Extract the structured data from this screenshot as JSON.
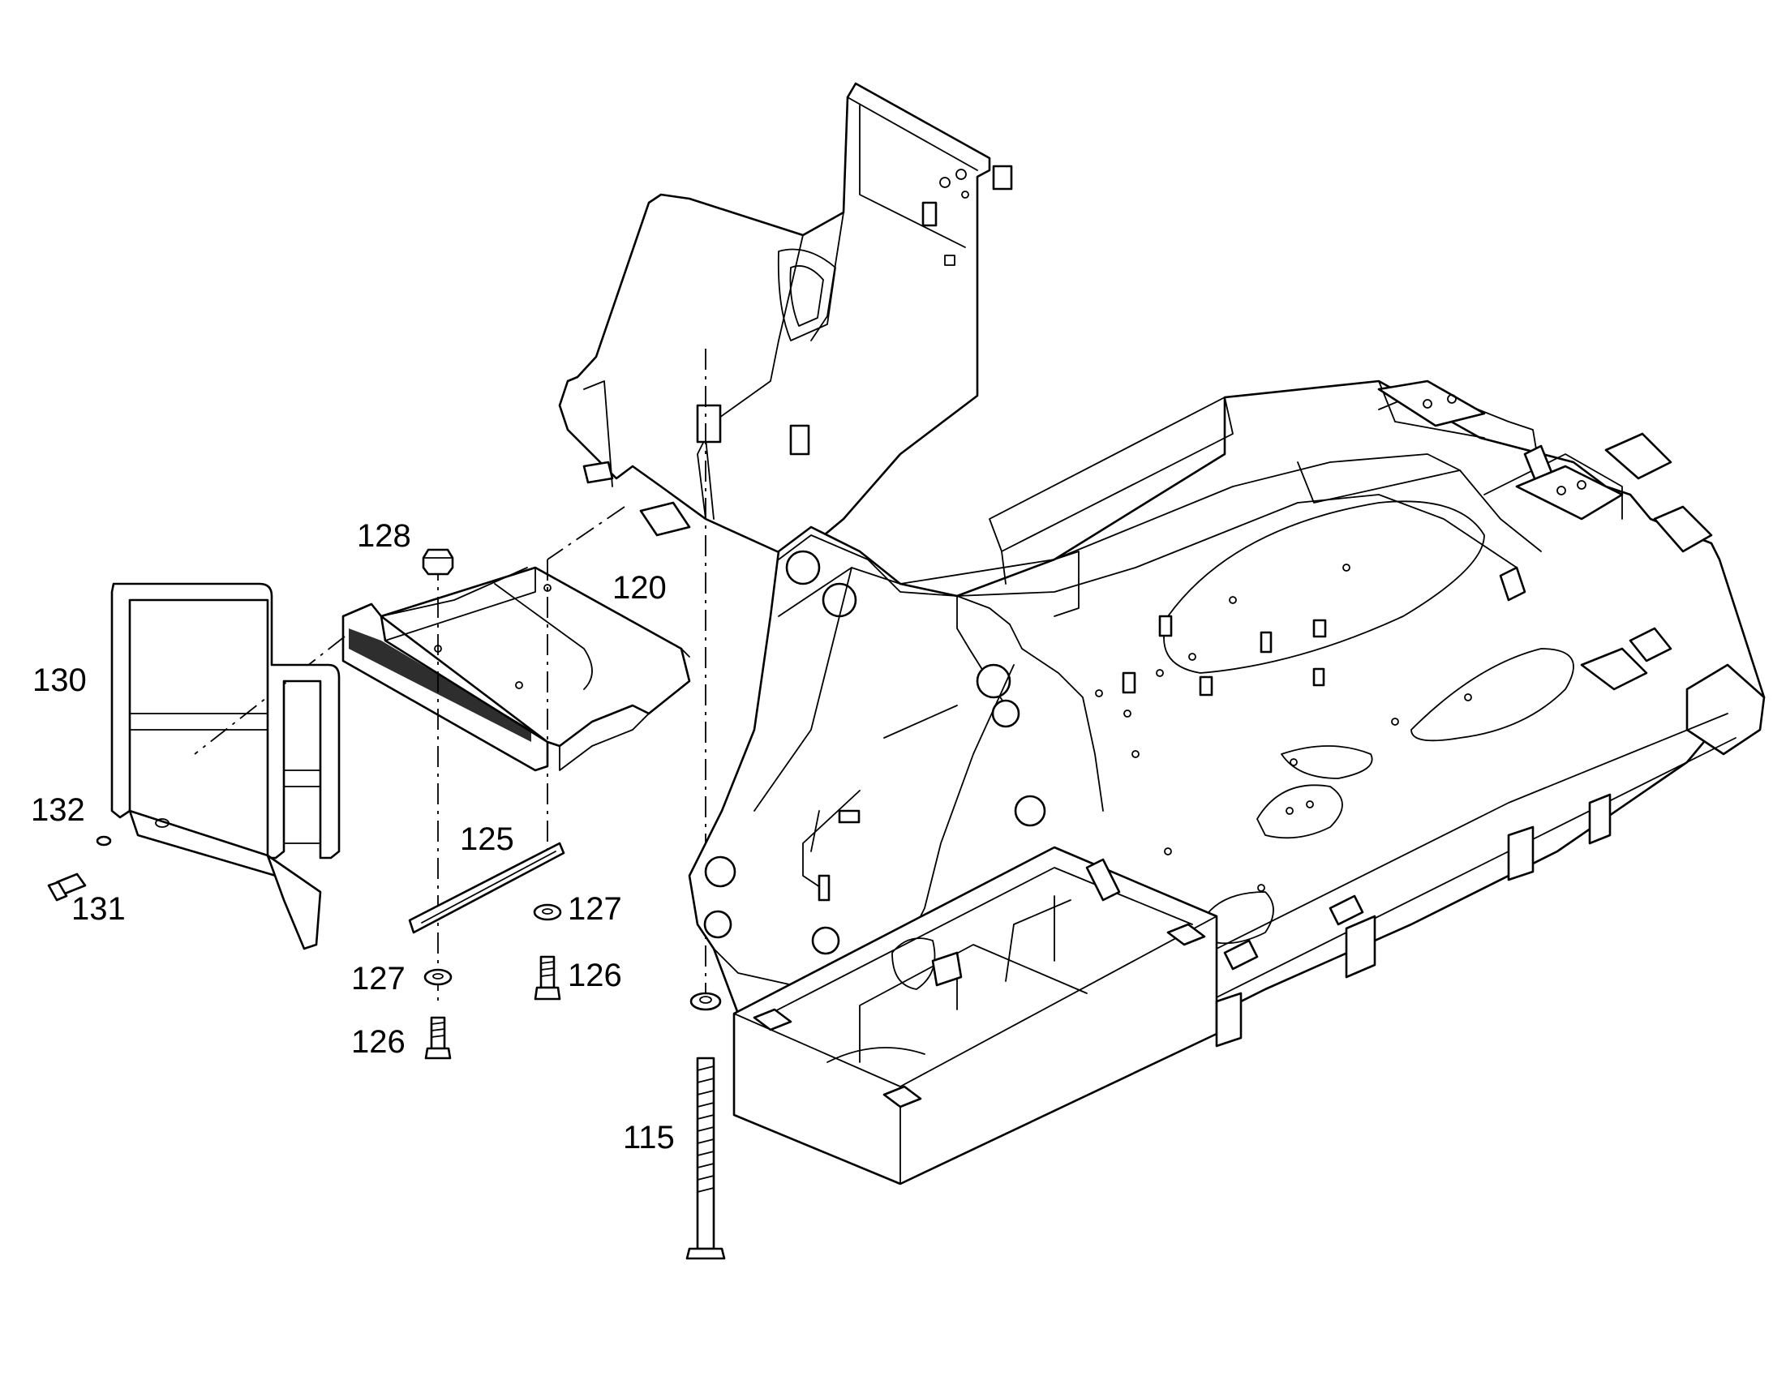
{
  "colors": {
    "background": "#ffffff",
    "line": "#000000"
  },
  "callouts": {
    "c115": "115",
    "c120": "120",
    "c125": "125",
    "c126a": "126",
    "c126b": "126",
    "c127a": "127",
    "c127b": "127",
    "c128": "128",
    "c130": "130",
    "c131": "131",
    "c132": "132"
  }
}
